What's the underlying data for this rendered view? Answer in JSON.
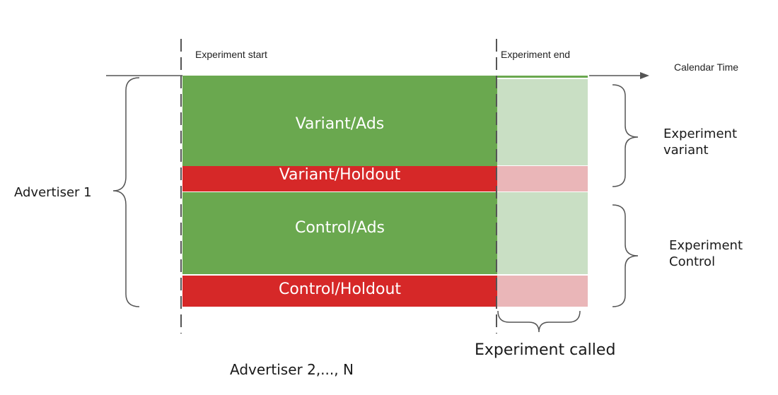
{
  "labels": {
    "experiment_start": "Experiment start",
    "experiment_end": "Experiment end",
    "calendar_time": "Calendar Time",
    "advertiser_1": "Advertiser 1",
    "advertiser_rest": "Advertiser 2,..., N",
    "experiment_called": "Experiment called",
    "experiment_variant_line1": "Experiment",
    "experiment_variant_line2": "variant",
    "experiment_control_line1": "Experiment",
    "experiment_control_line2": "Control"
  },
  "bands": [
    {
      "label": "Variant/Ads",
      "kind": "ads"
    },
    {
      "label": "Variant/Holdout",
      "kind": "holdout"
    },
    {
      "label": "Control/Ads",
      "kind": "ads"
    },
    {
      "label": "Control/Holdout",
      "kind": "holdout"
    }
  ],
  "colors": {
    "ads": "#6aa84f",
    "holdout": "#d62828",
    "ads_light": "#c9dfc4",
    "holdout_light": "#eab6b8",
    "line": "#555555"
  }
}
